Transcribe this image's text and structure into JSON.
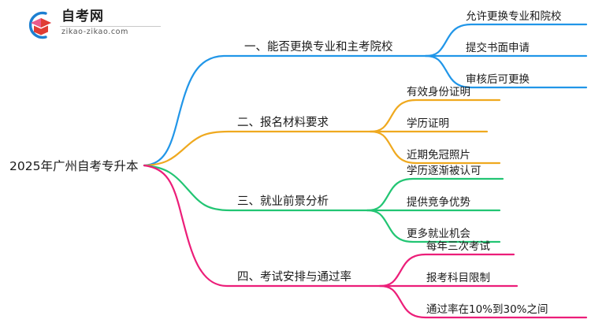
{
  "logo": {
    "name": "zikao-logo",
    "title": "自考网",
    "domain": "zikao-zikao.com",
    "arc_color": "#1d7fd1",
    "cap_color": "#e8453c",
    "cap_shadow_color": "#e86b9a"
  },
  "root": {
    "label": "2025年广州自考专升本"
  },
  "colors": {
    "branch1": "#2196e8",
    "branch2": "#efa91f",
    "branch3": "#22c573",
    "branch4": "#ec1e79",
    "text": "#1a1a1a"
  },
  "branches": [
    {
      "index": 1,
      "label": "一、能否更换专业和主考院校",
      "color": "#2196e8",
      "children": [
        {
          "label": "允许更换专业和院校"
        },
        {
          "label": "提交书面申请"
        },
        {
          "label": "审核后可更换"
        }
      ]
    },
    {
      "index": 2,
      "label": "二、报名材料要求",
      "color": "#efa91f",
      "children": [
        {
          "label": "有效身份证明"
        },
        {
          "label": "学历证明"
        },
        {
          "label": "近期免冠照片"
        }
      ]
    },
    {
      "index": 3,
      "label": "三、就业前景分析",
      "color": "#22c573",
      "children": [
        {
          "label": "学历逐渐被认可"
        },
        {
          "label": "提供竞争优势"
        },
        {
          "label": "更多就业机会"
        }
      ]
    },
    {
      "index": 4,
      "label": "四、考试安排与通过率",
      "color": "#ec1e79",
      "children": [
        {
          "label": "每年三次考试"
        },
        {
          "label": "报考科目限制"
        },
        {
          "label": "通过率在10%到30%之间"
        }
      ]
    }
  ]
}
